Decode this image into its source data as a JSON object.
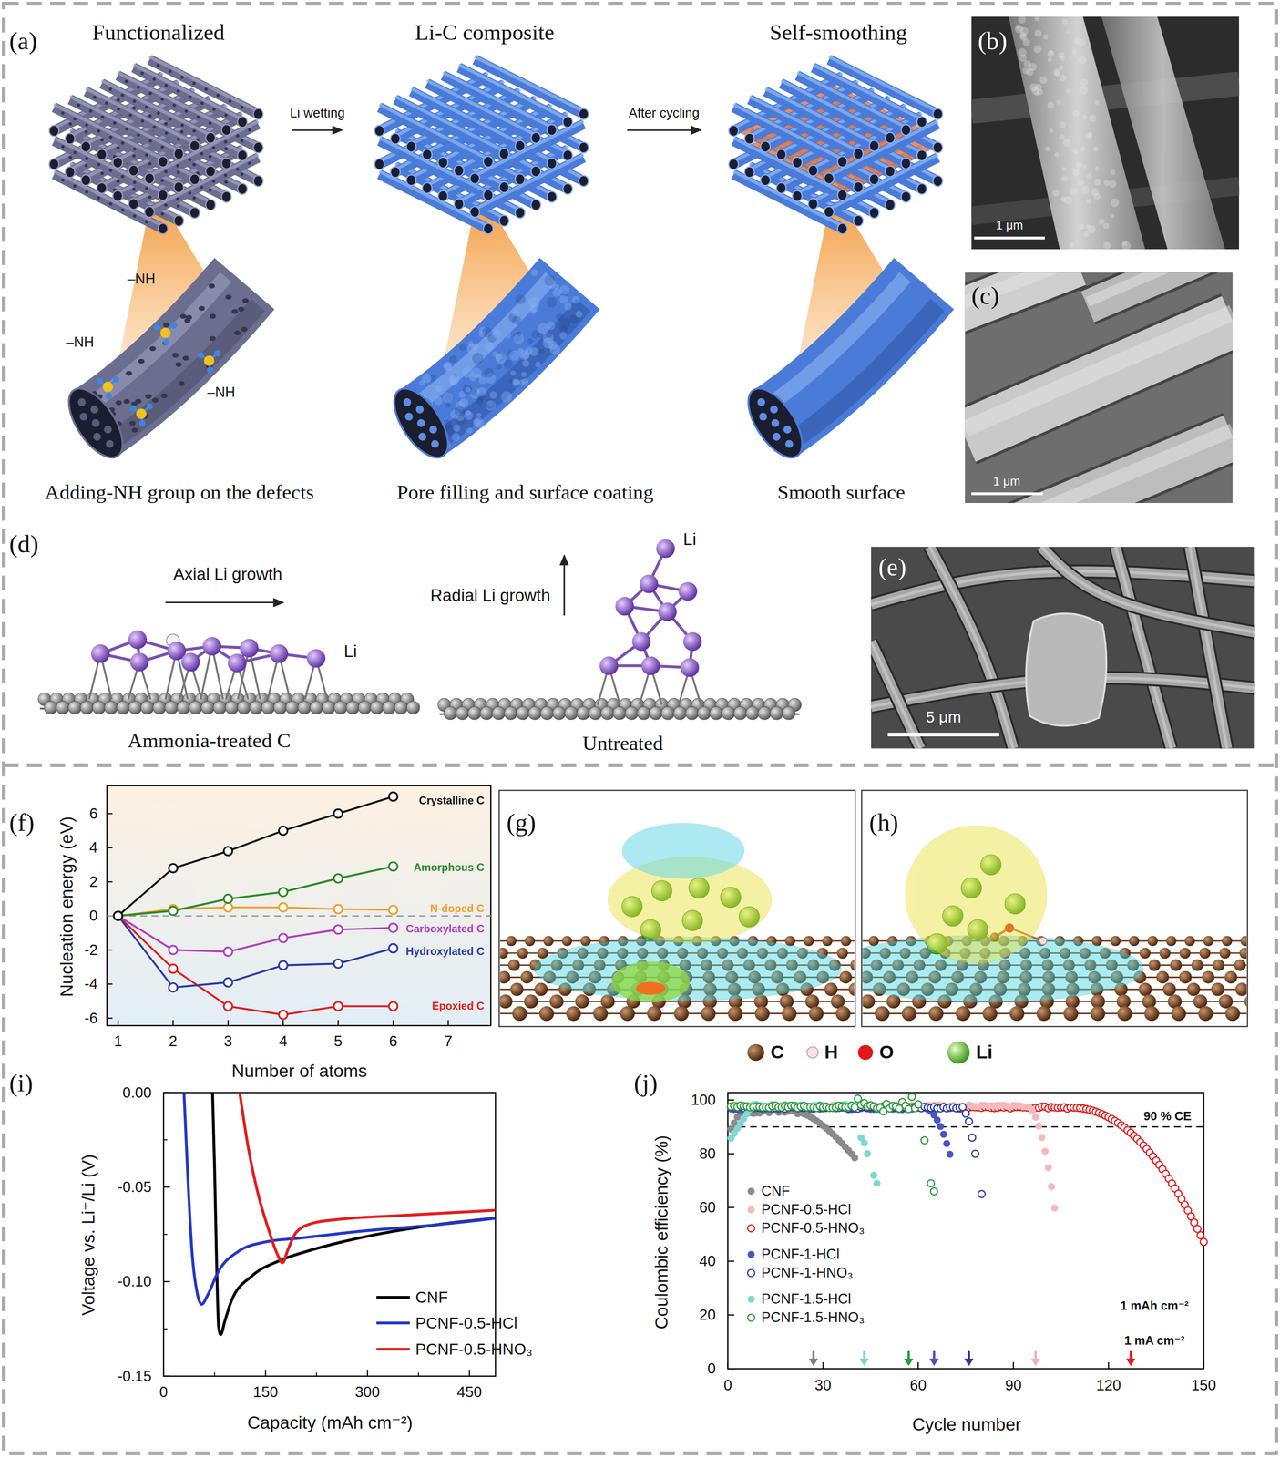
{
  "diagram": {
    "nodes": [
      {
        "text": [
          "Functionalized"
        ]
      },
      {
        "text": [
          "Li-C composite"
        ]
      },
      {
        "text": [
          "Self-smoothing"
        ]
      }
    ],
    "edges": [
      {
        "from": 0,
        "to": 1,
        "label": "Li wetting",
        "arrow": "to"
      },
      {
        "from": 1,
        "to": 2,
        "label": "After cycling",
        "arrow": "to"
      }
    ],
    "labels": [
      "(a)",
      "–NH",
      "–NH",
      "–NH",
      "Adding-NH group on the defects",
      "Pore filling and surface coating",
      "Smooth surface",
      "(b)",
      "1 μm",
      "(c)",
      "1 μm",
      "(d)",
      "Axial Li growth",
      "Li",
      "Ammonia-treated C",
      "Radial Li growth",
      "Li",
      "Untreated",
      "(e)",
      "5 μm",
      "(f)",
      "6",
      "4",
      "2",
      "0",
      "-2",
      "-4",
      "-6",
      "1",
      "2",
      "3",
      "4",
      "5",
      "6",
      "7",
      "Number of atoms",
      "Nucleation energy (eV)",
      "Crystalline C",
      "Amorphous C",
      "N-doped C",
      "Carboxylated C",
      "Hydroxylated C",
      "Epoxied C",
      "(g)",
      "(h)",
      "(i)",
      "0.00",
      "-0.05",
      "-0.10",
      "-0.15",
      "0",
      "150",
      "300",
      "450",
      "Capacity (mAh cm⁻²)",
      "Voltage vs. Li⁺/Li (V)",
      "(j)",
      "0",
      "20",
      "40",
      "60",
      "80",
      "100",
      "0",
      "30",
      "60",
      "90",
      "120",
      "150",
      "Cycle number",
      "Coulombic efficiency (%)",
      "90 % CE",
      "1 mAh cm⁻²",
      "1 mA cm⁻²"
    ],
    "legend": [
      {
        "text": "C"
      },
      {
        "text": "H"
      },
      {
        "text": "O"
      },
      {
        "text": "Li"
      },
      {
        "text": "CNF"
      },
      {
        "text": "PCNF-0.5-HCl"
      },
      {
        "text": "PCNF-0.5-HNO₃"
      },
      {
        "text": "CNF"
      },
      {
        "text": "PCNF-0.5-HCl"
      },
      {
        "text": "PCNF-0.5-HNO₃"
      },
      {
        "text": "PCNF-1-HCl"
      },
      {
        "text": "PCNF-1-HNO₃"
      },
      {
        "text": "PCNF-1.5-HCl"
      },
      {
        "text": "PCNF-1.5-HNO₃"
      }
    ]
  }
}
